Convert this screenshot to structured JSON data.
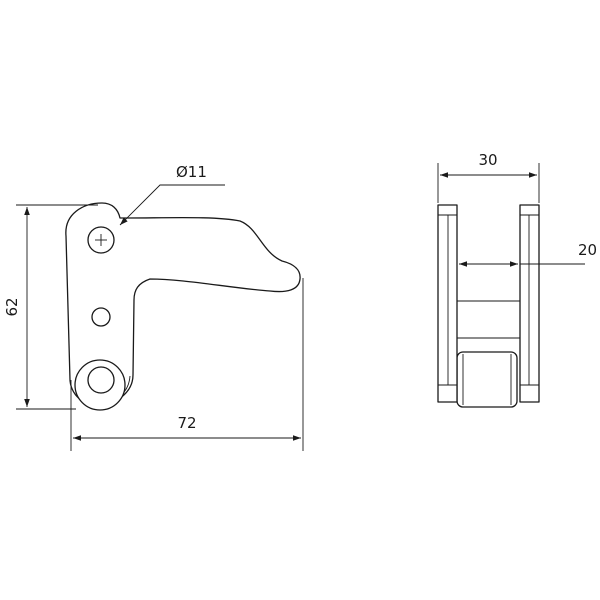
{
  "drawing": {
    "dimensions": {
      "diameter": "Ø11",
      "height": "62",
      "length": "72",
      "width_total": "30",
      "width_inner": "20"
    },
    "line_color": "#1a1a1a",
    "background_color": "#ffffff"
  }
}
